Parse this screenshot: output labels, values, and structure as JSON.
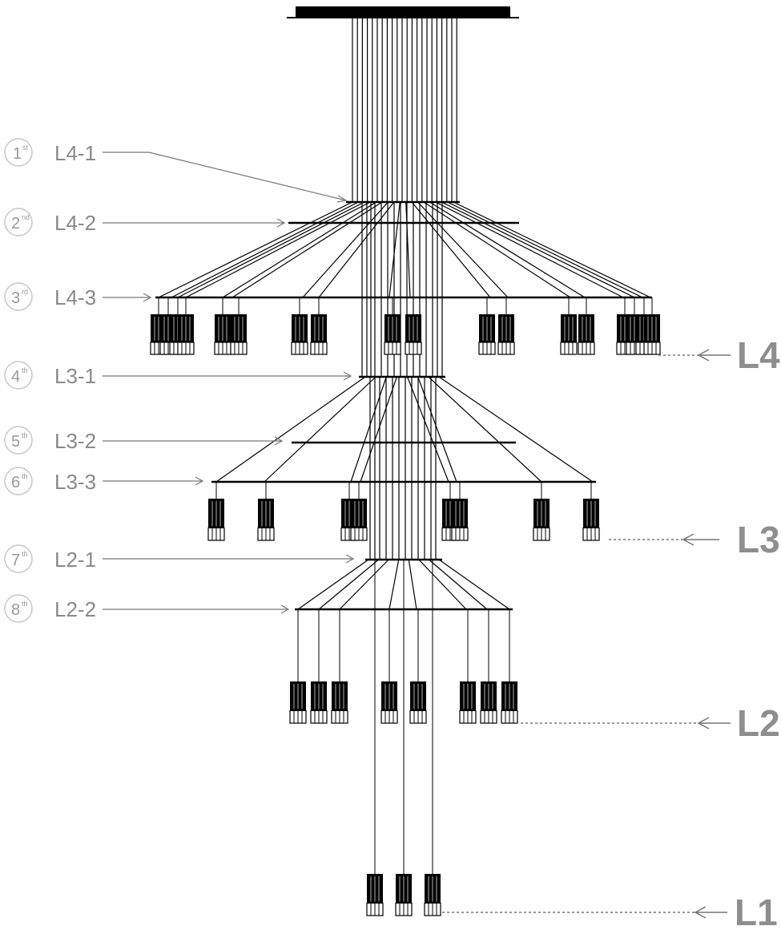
{
  "tiers": [
    {
      "ordinal": "1",
      "suffix": "st",
      "label": "L4-1"
    },
    {
      "ordinal": "2",
      "suffix": "nd",
      "label": "L4-2"
    },
    {
      "ordinal": "3",
      "suffix": "rd",
      "label": "L4-3"
    },
    {
      "ordinal": "4",
      "suffix": "th",
      "label": "L3-1"
    },
    {
      "ordinal": "5",
      "suffix": "th",
      "label": "L3-2"
    },
    {
      "ordinal": "6",
      "suffix": "th",
      "label": "L3-3"
    },
    {
      "ordinal": "7",
      "suffix": "th",
      "label": "L2-1"
    },
    {
      "ordinal": "8",
      "suffix": "th",
      "label": "L2-2"
    }
  ],
  "levels": [
    "L4",
    "L3",
    "L2",
    "L1"
  ],
  "colors": {
    "line": "#000000",
    "label": "#8a8a8a",
    "circle": "#c8c8c8",
    "pointer": "#777777"
  }
}
